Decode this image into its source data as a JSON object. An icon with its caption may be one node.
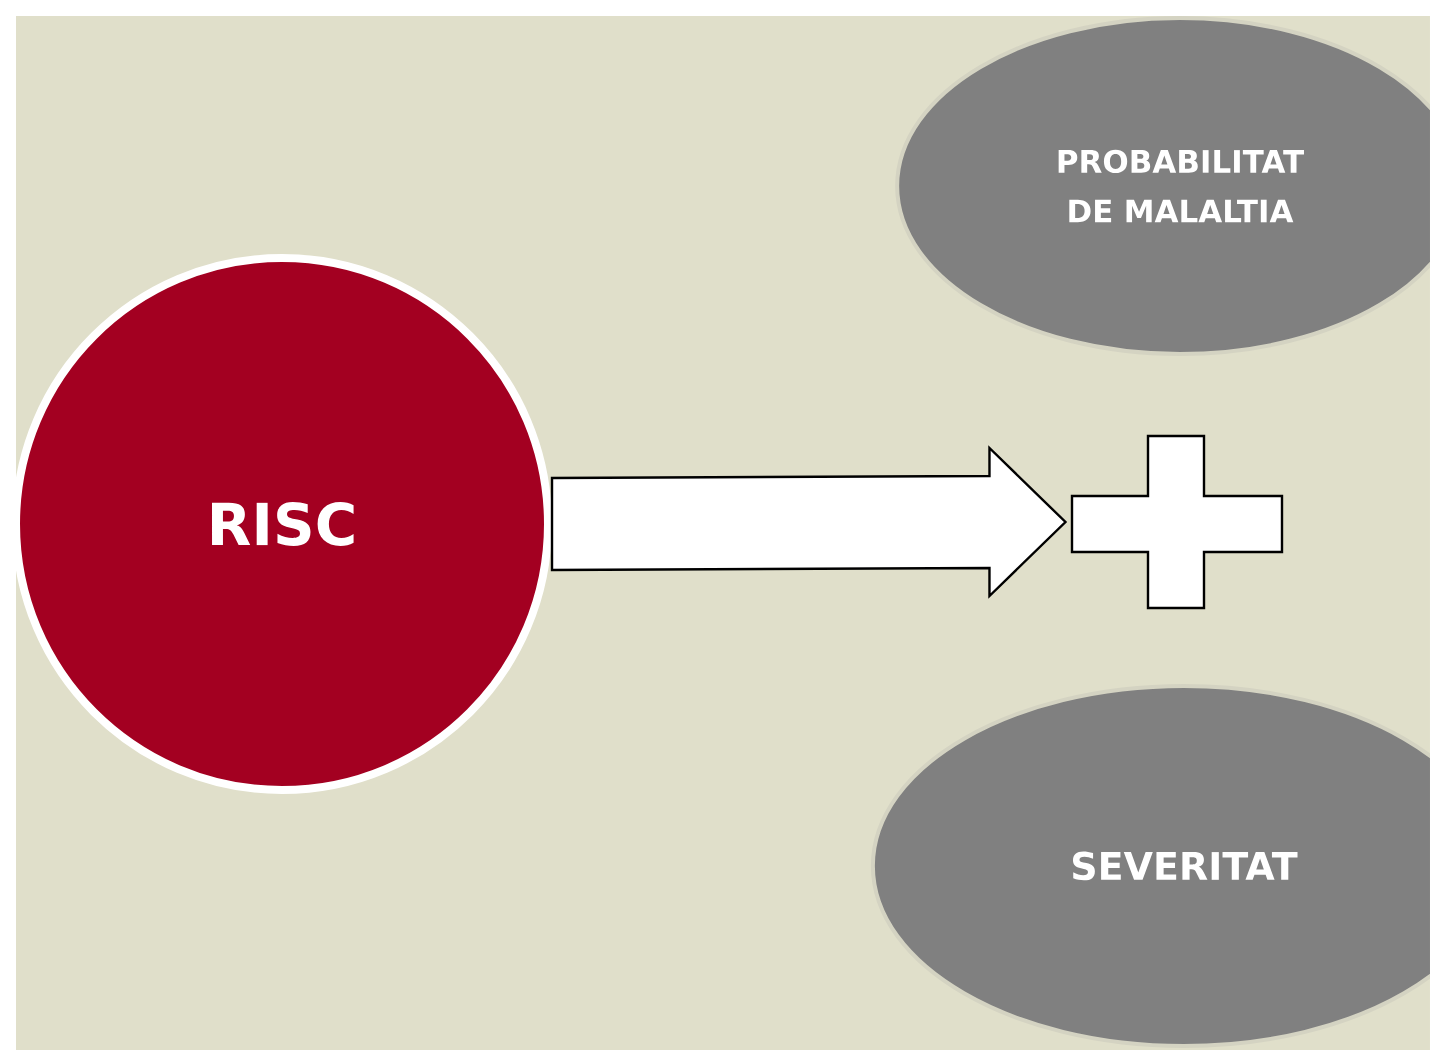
{
  "diagram": {
    "nodes": [
      {
        "text": [
          "RISC"
        ]
      },
      {
        "text": [
          "PROBABILITAT DE MALALTIA"
        ]
      },
      {
        "text": [
          "SEVERITAT"
        ]
      },
      {
        "text": [],
        "shape": "plus"
      }
    ],
    "edges": [
      {
        "from": 0,
        "to": 3,
        "arrow": "to"
      }
    ]
  }
}
